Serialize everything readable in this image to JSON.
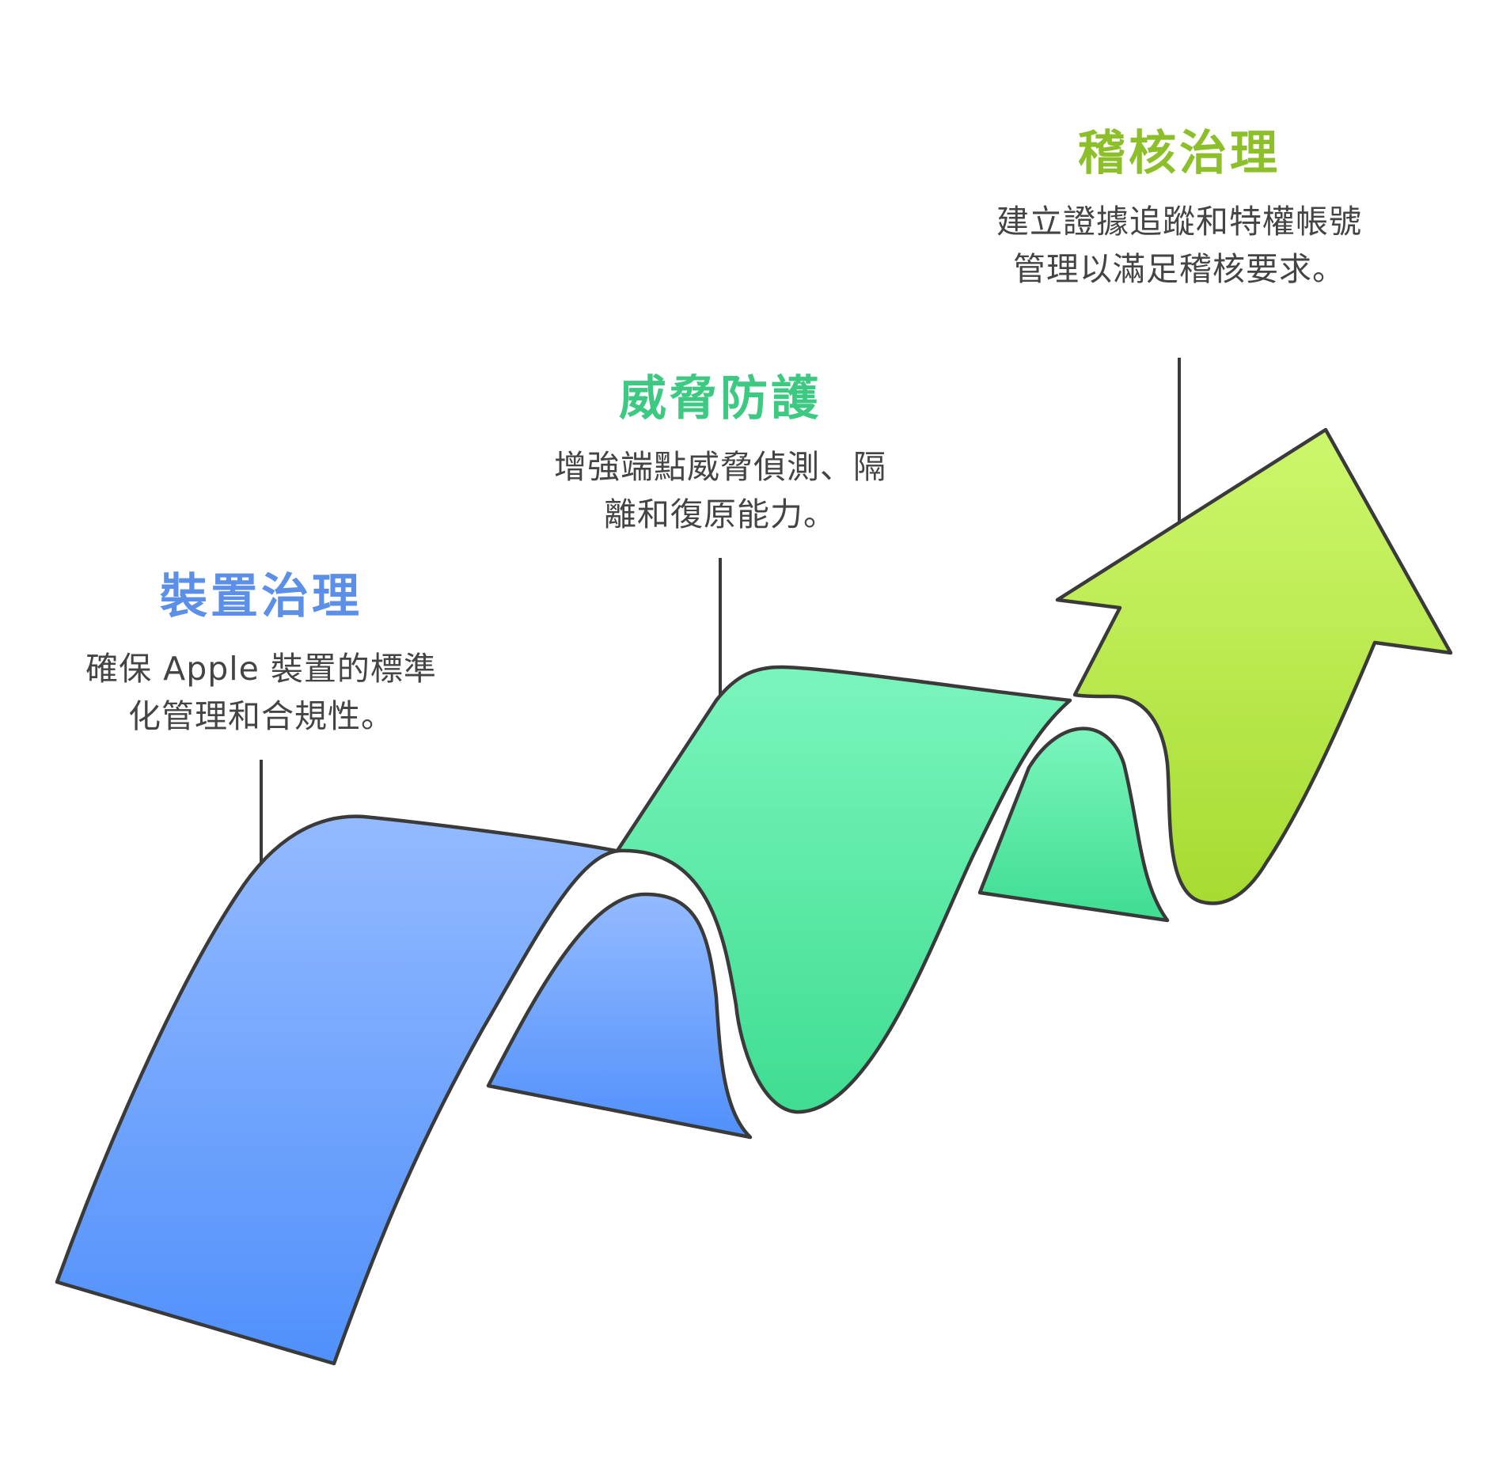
{
  "steps": [
    {
      "title": "裝置治理",
      "description": "確保 Apple 裝置的標準化管理和合規性。",
      "color": "#5b8fe8"
    },
    {
      "title": "威脅防護",
      "description": "增強端點威脅偵測、隔離和復原能力。",
      "color": "#3dc982"
    },
    {
      "title": "稽核治理",
      "description": "建立證據追蹤和特權帳號管理以滿足稽核要求。",
      "color": "#8cbf2a"
    }
  ],
  "palette": {
    "blue_light": "#93baff",
    "blue_dark": "#5090fb",
    "green_light": "#7af5bc",
    "green_dark": "#3fdd92",
    "lime_light": "#cdf76c",
    "lime_dark": "#a6db31",
    "outline": "#3a3a3a"
  }
}
